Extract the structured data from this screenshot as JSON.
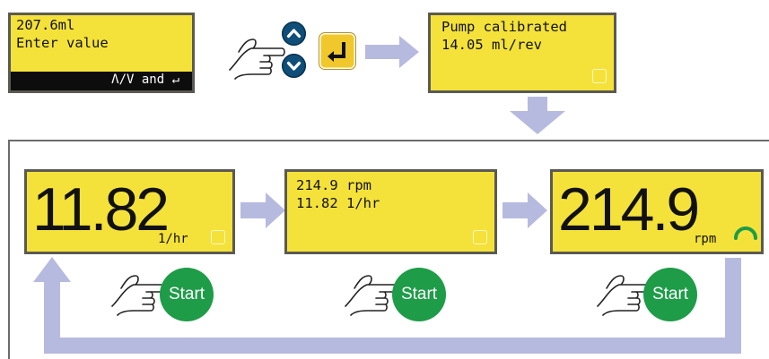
{
  "top": {
    "lcd_input": {
      "line1": "207.6ml",
      "line2": "Enter value",
      "bar_label": "Λ/V and ↵"
    },
    "lcd_result": {
      "line1": "Pump calibrated",
      "line2": "14.05 ml/rev"
    }
  },
  "cycle": {
    "screen1": {
      "value": "11.82",
      "unit": "1/hr"
    },
    "screen2": {
      "line1": "214.9 rpm",
      "line2": "11.82 1/hr"
    },
    "screen3": {
      "value": "214.9",
      "unit": "rpm"
    },
    "start_label": "Start"
  },
  "colors": {
    "lcd_bg": "#f4e23a",
    "arrow": "#b7badf",
    "start_button": "#1e9c48",
    "nav_button": "#0e4e78",
    "enter_button": "#f1c82c",
    "running_indicator": "#1e9c48"
  },
  "icons": {
    "up": "chevron-up-icon",
    "down": "chevron-down-icon",
    "enter": "enter-return-icon",
    "hand": "pointing-hand-icon",
    "running": "rotor-running-icon"
  }
}
